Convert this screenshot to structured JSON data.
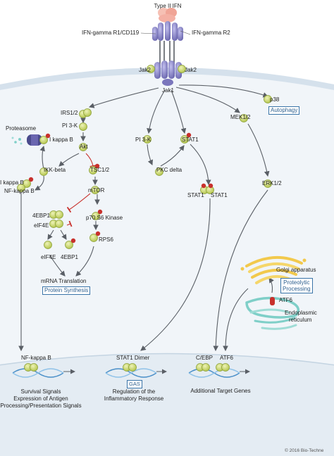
{
  "ligand": "Type II IFN",
  "receptors": {
    "r1": "IFN-gamma R1/CD119",
    "r2": "IFN-gamma R2"
  },
  "kinases": {
    "jak2_left": "Jak2",
    "jak2_right": "Jak2",
    "jak1": "Jak1"
  },
  "nodes": {
    "irs": "IRS1/2",
    "pi3k_left": "PI 3-K",
    "akt": "Akt",
    "proteasome": "Proteasome",
    "ikappab_top": "I kappa B",
    "ikk": "IKK-beta",
    "tsc": "TSC1/2",
    "ikappab_bottom": "I kappa B",
    "nfkb_cyto": "NF-kappa B",
    "mtor": "mTOR",
    "4ebp1": "4EBP1",
    "eif4e": "eIF4E",
    "p70": "p70 S6 Kinase",
    "eif4e_free": "eIF4E",
    "4ebp_free": "4EBP1",
    "rps6": "RPS6",
    "pi3k_mid": "PI 3-K",
    "stat1": "STAT1",
    "pkc": "PKC delta",
    "stat1_dimer_left": "STAT1",
    "stat1_dimer_right": "STAT1",
    "mek": "MEK1/2",
    "erk": "ERK1/2",
    "p38": "p38",
    "atf6": "ATF6"
  },
  "boxes": {
    "autophagy": "Autophagy",
    "protein_synthesis": "Protein Synthesis",
    "proteolytic_1": "Proteolytic",
    "proteolytic_2": "Processing",
    "gas": "GAS"
  },
  "labels": {
    "mrna": "mRNA Translation",
    "golgi": "Golgi apparatus",
    "er_1": "Endoplasmic",
    "er_2": "reticulum"
  },
  "nucleus": {
    "nfkb": "NF-kappa B",
    "stat_dimer": "STAT1 Dimer",
    "cebp": "C/EBP",
    "atf6": "ATF6",
    "out_left_1": "Survival Signals",
    "out_left_2": "Expression of Antigen",
    "out_left_3": "Processing/Presentation Signals",
    "out_mid_1": "Regulation of the",
    "out_mid_2": "Inflammatory Response",
    "out_right": "Additional Target Genes"
  },
  "copyright": "© 2016 Bio-Techne",
  "colors": {
    "membrane": "#b8ccdc",
    "cytoplasm": "#eef3f7",
    "node": "#c8d66a",
    "node_stroke": "#8da23a",
    "receptor": "#8a86c8",
    "ligand": "#f4b0a4",
    "phospho": "#c8302c",
    "arrow": "#5a5f66",
    "box": "#3a74a8"
  }
}
